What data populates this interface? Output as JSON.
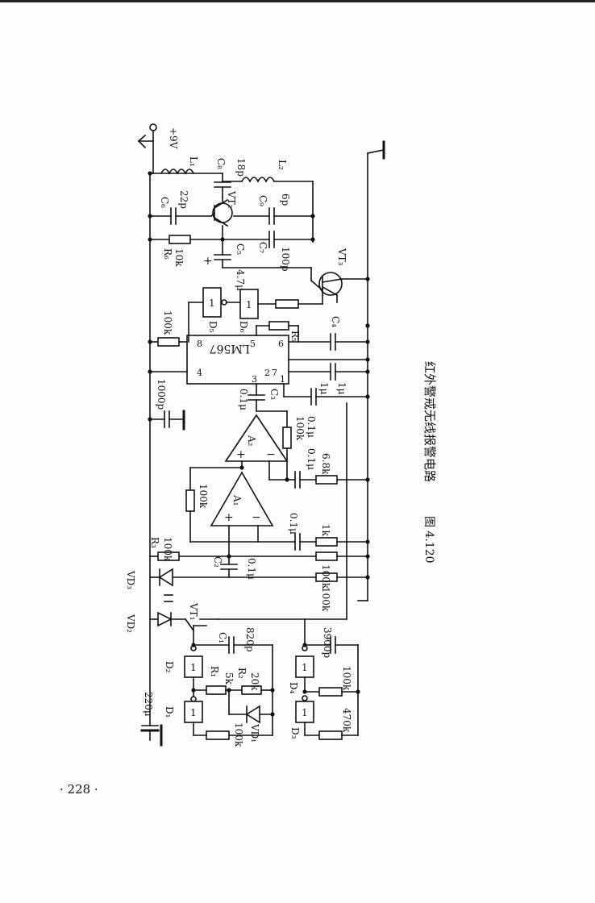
{
  "caption": {
    "figure_number": "图 4.120",
    "title": "红外警戒无线报警电路"
  },
  "page_number": "· 228 ·",
  "supply": {
    "label": "+9V"
  },
  "components": {
    "L1": "L₁",
    "L2": "L₂",
    "C8": {
      "name": "C₈",
      "value": "18p"
    },
    "C6": {
      "name": "C₆",
      "value": "22p"
    },
    "C9": {
      "name": "C₉",
      "value": "6p"
    },
    "VT2": "VT₂",
    "R6": {
      "name": "R₆",
      "value": "10k"
    },
    "C5": {
      "name": "C₅",
      "value": "4.7μ"
    },
    "C7": {
      "name": "C₇",
      "value": "100p"
    },
    "VT3": "VT₃",
    "D5": "D₅",
    "D6": "D₆",
    "R100k_top": "100k",
    "R5": "R₅",
    "C4": "C₄",
    "IC": {
      "name": "LM567",
      "pins": [
        "8",
        "5",
        "6",
        "4",
        "3",
        "2",
        "7",
        "1"
      ]
    },
    "C_1000p": "1000p",
    "C_1u_a": "1μ",
    "C_1u_b": "1μ",
    "C3": {
      "name": "C₃",
      "value": "0.1μ"
    },
    "A2": "A₂",
    "R_100k_a2": "100k",
    "C_01u_a2": "0.1μ",
    "C_01u_mid": "0.1μ",
    "R_6_8k": "6.8k",
    "A1": "A₁",
    "R_100k_a1": "100k",
    "C_01u_a1": "0.1μ",
    "R_1k": "1k",
    "R3": {
      "name": "R₃",
      "value": "100k"
    },
    "C2": {
      "name": "C₂",
      "value": "0.1μ"
    },
    "R_100k_b": "100k",
    "R_100k_c": "100k",
    "VD3": "VD₃",
    "VD2": "VD₂",
    "VT1": "VT₁",
    "C1": {
      "name": "C₁",
      "value": "820p"
    },
    "C_3900p": "3900p",
    "D2": "D₂",
    "R1": {
      "name": "R₁",
      "value": "5k"
    },
    "R2": {
      "name": "R₂",
      "value": "20k"
    },
    "D1": "D₁",
    "C_220u": "220μ",
    "R_100k_d1": "100k",
    "VD1": "VD₁",
    "D4": "D₄",
    "R_100k_d4": "100k",
    "D3": "D₃",
    "R_470k": "470k",
    "gate_mark": "1",
    "opamp_plus": "+",
    "opamp_minus": "−"
  }
}
